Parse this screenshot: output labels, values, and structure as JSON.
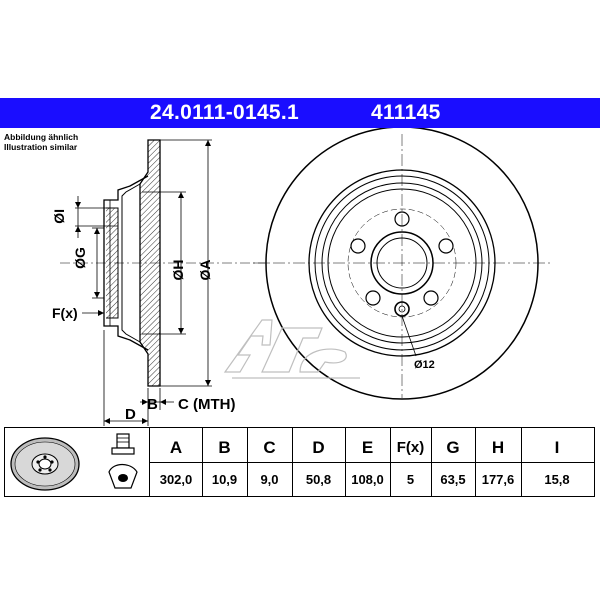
{
  "header": {
    "part_number": "24.0111-0145.1",
    "ref_number": "411145",
    "color": "#1a0dff"
  },
  "note": {
    "line1": "Abbildung ähnlich",
    "line2": "Illustration similar"
  },
  "drawing": {
    "label_I": "ØI",
    "label_G": "ØG",
    "label_F": "F(x)",
    "label_H": "ØH",
    "label_A": "ØA",
    "label_D": "D",
    "label_B": "B",
    "label_C": "C (MTH)",
    "label_hole": "Ø12",
    "icons": [
      "disc-icon",
      "bolt-icon"
    ]
  },
  "table": {
    "columns": [
      "A",
      "B",
      "C",
      "D",
      "E",
      "F(x)",
      "G",
      "H",
      "I"
    ],
    "values": [
      "302,0",
      "10,9",
      "9,0",
      "50,8",
      "108,0",
      "5",
      "63,5",
      "177,6",
      "15,8"
    ]
  }
}
